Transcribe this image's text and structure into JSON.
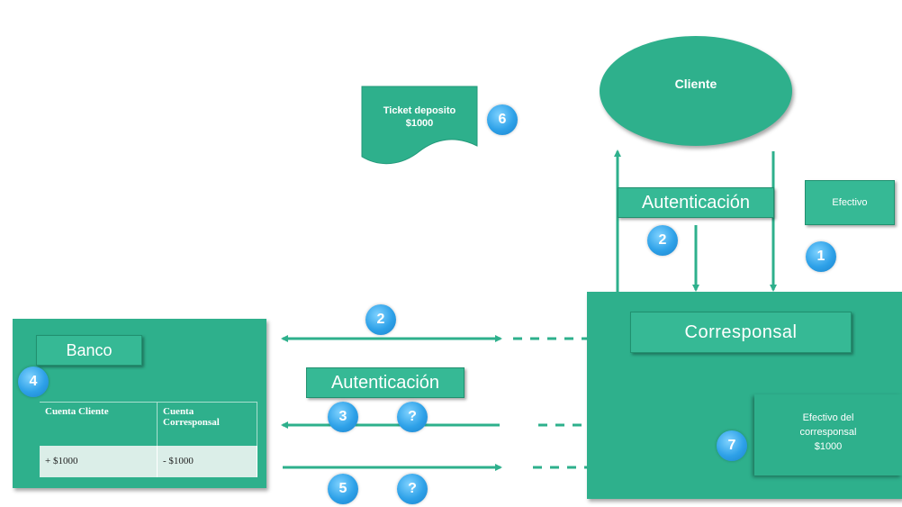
{
  "nodes": {
    "cliente": "Cliente",
    "ticket": "Ticket deposito\n$1000",
    "autenticacion_top": "Autenticación",
    "efectivo": "Efectivo",
    "corresponsal": "Corresponsal",
    "banco": "Banco",
    "autenticacion_mid": "Autenticación",
    "efectivo_corresponsal": "Efectivo del\ncorresponsal\n$1000"
  },
  "bank_table": {
    "headers": [
      "Cuenta Cliente",
      "Cuenta\nCorresponsal"
    ],
    "row": [
      "+ $1000",
      "- $1000"
    ]
  },
  "badges": {
    "ticket": "6",
    "auth_top": "2",
    "efectivo": "1",
    "arrow_top": "2",
    "banco": "4",
    "auth_mid_left": "3",
    "auth_mid_right": "?",
    "efectivo_corresponsal": "7",
    "bottom_left": "5",
    "bottom_right": "?"
  },
  "colors": {
    "shape": "#2eb08c",
    "badge": "#2ea1e8",
    "arrow": "#2eb08c"
  }
}
